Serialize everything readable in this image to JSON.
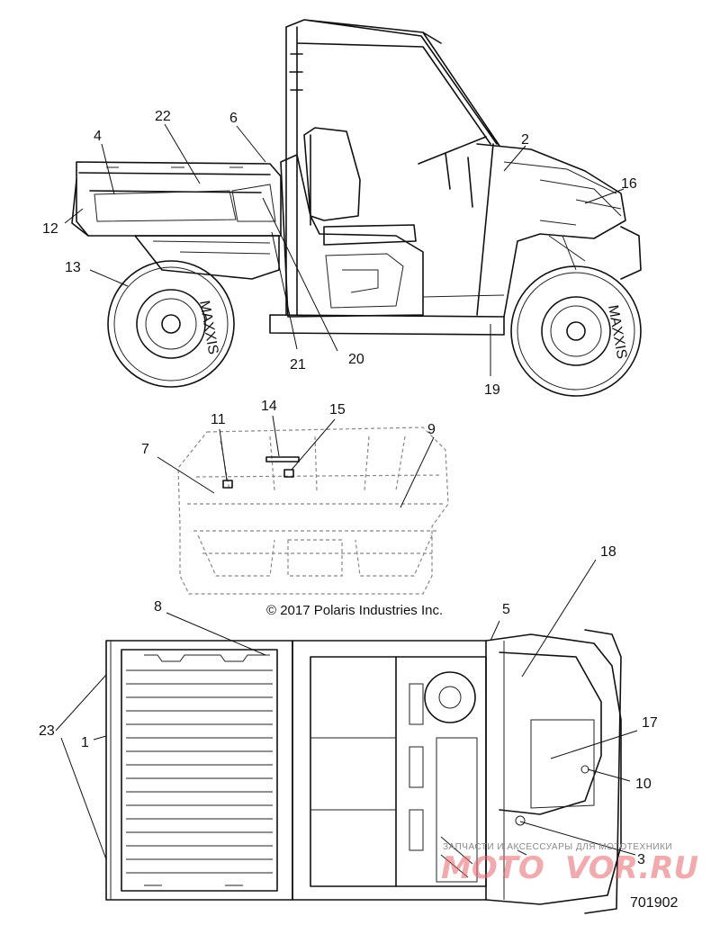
{
  "callouts": {
    "c1": "1",
    "c2": "2",
    "c3": "3",
    "c4": "4",
    "c5": "5",
    "c6": "6",
    "c7": "7",
    "c8": "8",
    "c9": "9",
    "c10": "10",
    "c11": "11",
    "c12": "12",
    "c13": "13",
    "c14": "14",
    "c15": "15",
    "c16": "16",
    "c17": "17",
    "c18": "18",
    "c19": "19",
    "c20": "20",
    "c21": "21",
    "c22": "22",
    "c23": "23"
  },
  "copyright": "© 2017 Polaris Industries Inc.",
  "part_number": "701902",
  "tire_brand": "MAXXIS",
  "watermark": {
    "tagline": "ЗАПЧАСТИ И АКСЕССУАРЫ ДЛЯ МОТОТЕХНИКИ",
    "brand_left": "MOTO",
    "brand_right": "VOR.RU"
  }
}
